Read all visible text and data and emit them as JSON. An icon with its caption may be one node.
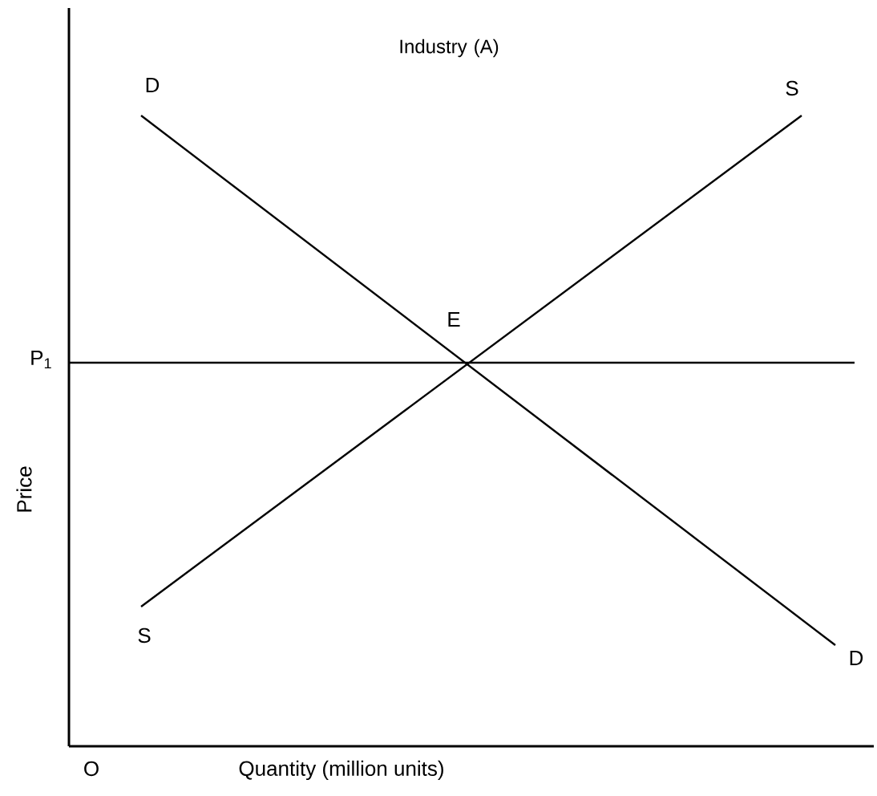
{
  "diagram": {
    "title": "Industry (A)",
    "labels": [
      "D",
      "S",
      "E",
      "P$_{1}$",
      "Price",
      "S",
      "D",
      "O",
      "Quantity (million units)"
    ]
  }
}
